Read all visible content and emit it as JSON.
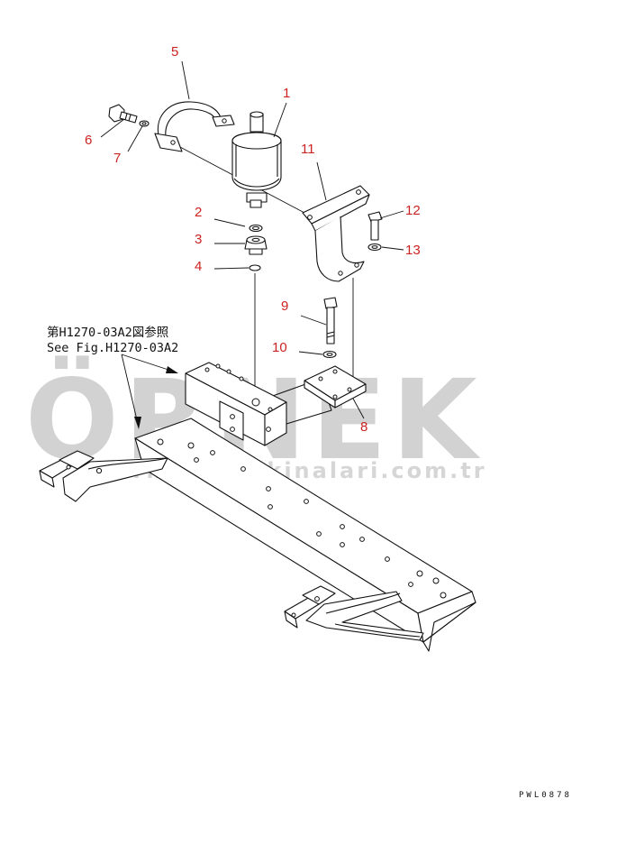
{
  "reference": {
    "line_jp": "第H1270-03A2図参照",
    "line_en": "See Fig.H1270-03A2"
  },
  "callouts": [
    "1",
    "2",
    "3",
    "4",
    "5",
    "6",
    "7",
    "8",
    "9",
    "10",
    "11",
    "12",
    "13"
  ],
  "drawing_code": "PWL0878",
  "watermark": {
    "brand": "ÖRNEK",
    "url": "ornekismakinalari.com.tr",
    "color": "#cfcfcf",
    "accent": "#e8d57a"
  },
  "colors": {
    "callout": "#cc2222",
    "line": "#111111",
    "background": "#ffffff"
  }
}
